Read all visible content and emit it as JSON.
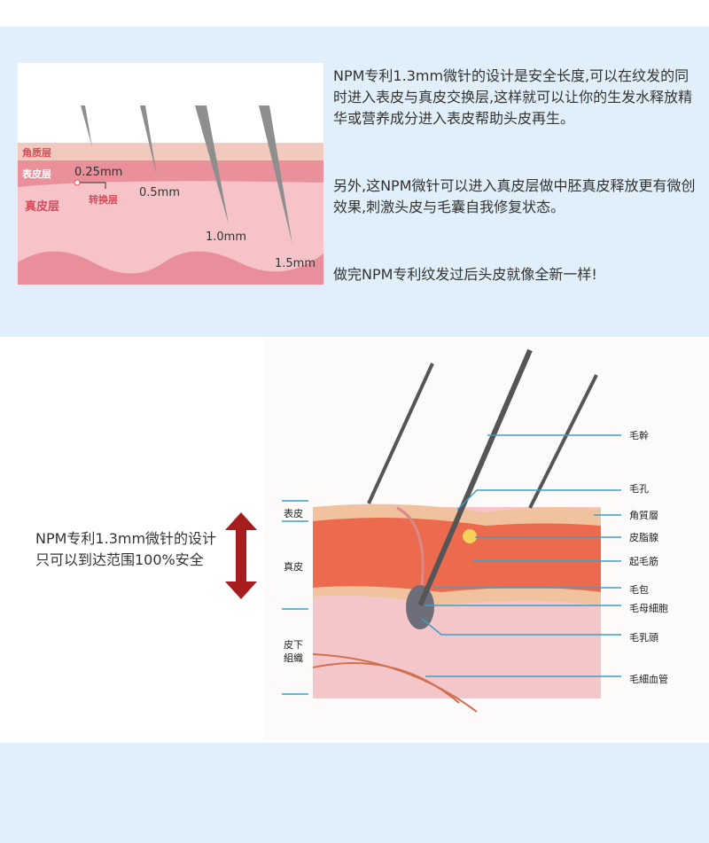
{
  "top_figure": {
    "layers": [
      "角质层",
      "表皮层",
      "真皮层"
    ],
    "transition_label": "转换层",
    "depths": [
      "0.25mm",
      "0.5mm",
      "1.0mm",
      "1.5mm"
    ]
  },
  "paragraphs": [
    "NPM专利1.3mm微针的设计是安全长度,可以在纹发的同时进入表皮与真皮交换层,这样就可以让你的生发水释放精华或营养成分进入表皮帮助头皮再生。",
    "另外,这NPM微针可以进入真皮层做中胚真皮释放更有微创效果,刺激头皮与毛囊自我修复状态。",
    "做完NPM专利纹发过后头皮就像全新一样!"
  ],
  "note": "NPM专利1.3mm微针的设计只可以到达范围100%安全",
  "diagram": {
    "left_labels": [
      "表皮",
      "真皮",
      "皮下組織"
    ],
    "right_labels": [
      "毛幹",
      "毛孔",
      "角質層",
      "皮脂腺",
      "起毛筋",
      "毛包",
      "毛母細胞",
      "毛乳頭",
      "毛細血管"
    ]
  },
  "colors": {
    "band": "#e0eff9",
    "arrow": "#a71c1c",
    "leader": "#3aa0c8"
  }
}
